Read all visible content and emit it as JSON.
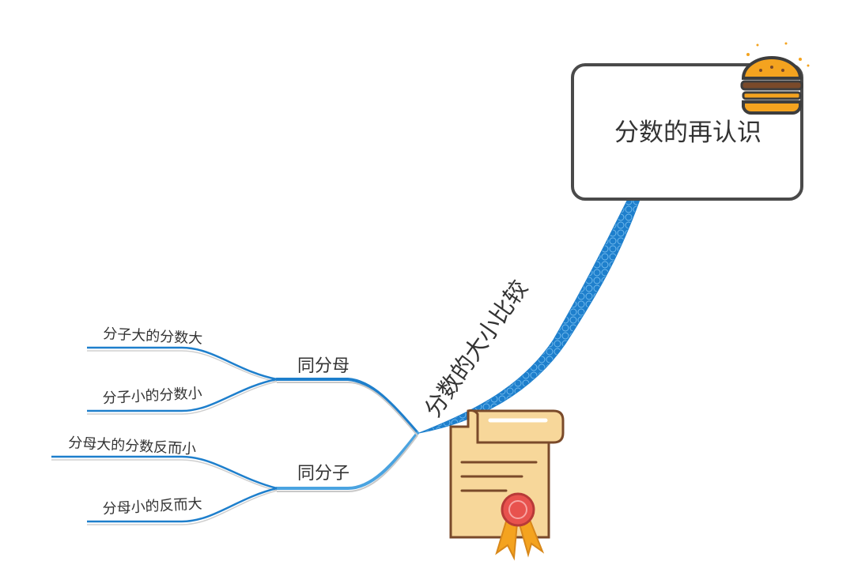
{
  "root": {
    "label": "分数的再认识",
    "icon": "burger-icon"
  },
  "main_branch": {
    "label": "分数的大小比较",
    "color": "#1e7fcc",
    "icon": "certificate-scroll-icon",
    "children": [
      {
        "label": "同分母",
        "leaves": [
          "分子大的分数大",
          "分子小的分数小"
        ]
      },
      {
        "label": "同分子",
        "leaves": [
          "分母大的分数反而小",
          "分母小的反而大"
        ]
      }
    ]
  },
  "colors": {
    "branch": "#1e7fcc",
    "branch_light": "#4aa3e0",
    "box_border": "#4a4a4a",
    "scroll_fill": "#f7d79a",
    "scroll_stroke": "#7a4a2a",
    "seal": "#e8524e",
    "ribbon": "#f4a31f"
  }
}
